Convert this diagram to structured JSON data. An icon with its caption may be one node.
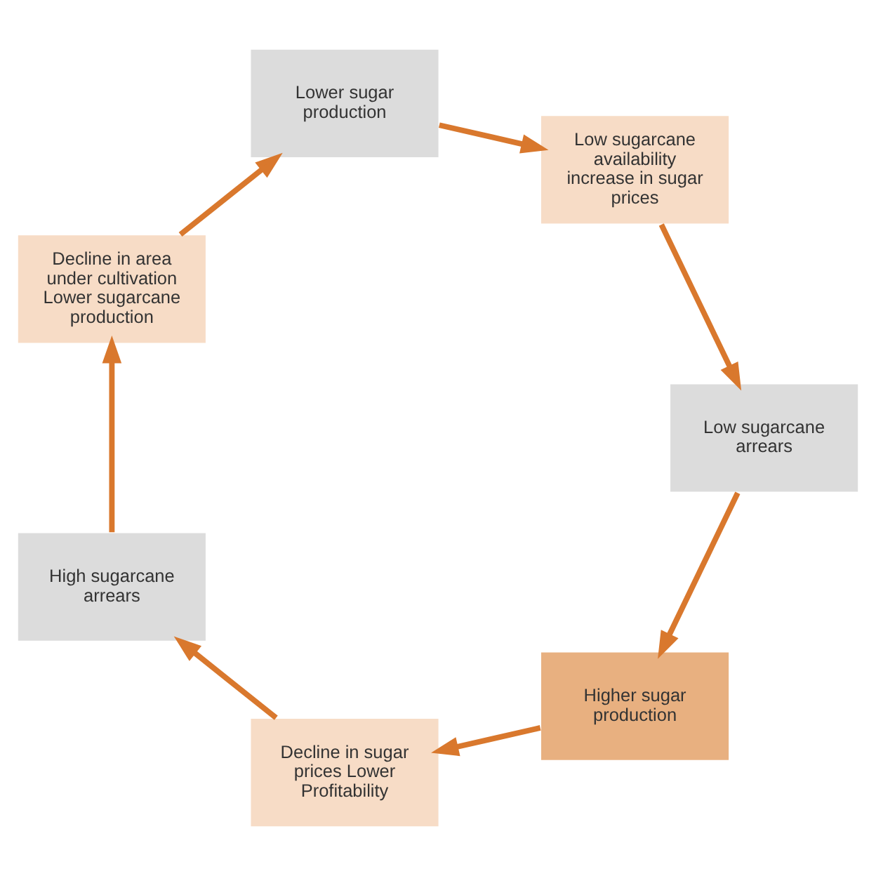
{
  "diagram": {
    "nodes": [
      {
        "text": [
          "Higher sugar production"
        ]
      },
      {
        "text": [
          "Decline in sugar prices Lower Profitability"
        ]
      },
      {
        "text": [
          "High sugarcane arrears"
        ]
      },
      {
        "text": [
          "Decline in area under cultivation Lower sugarcane production"
        ]
      },
      {
        "text": [
          "Lower sugar production"
        ]
      },
      {
        "text": [
          "Low sugarcane availability increase in sugar prices"
        ]
      },
      {
        "text": [
          "Low sugarcane arrears"
        ]
      }
    ],
    "edges": [
      {
        "from": 0,
        "to": 1,
        "arrow": "to"
      },
      {
        "from": 1,
        "to": 2,
        "arrow": "to"
      },
      {
        "from": 2,
        "to": 3,
        "arrow": "to"
      },
      {
        "from": 3,
        "to": 4,
        "arrow": "to"
      },
      {
        "from": 4,
        "to": 5,
        "arrow": "to"
      },
      {
        "from": 5,
        "to": 6,
        "arrow": "to"
      },
      {
        "from": 6,
        "to": 0,
        "arrow": "to"
      }
    ]
  }
}
